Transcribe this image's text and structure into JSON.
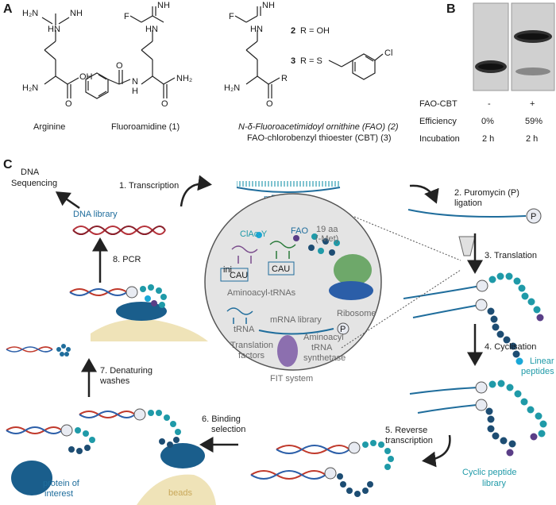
{
  "panels": {
    "a": "A",
    "b": "B",
    "c": "C"
  },
  "structures": {
    "arginine": {
      "name": "Arginine",
      "atoms": [
        "H₂N",
        "NH",
        "HN",
        "H₂N",
        "OH",
        "O"
      ]
    },
    "fluoroamidine": {
      "name": "Fluoroamidine (1)",
      "atoms": [
        "F",
        "NH",
        "HN",
        "N",
        "H",
        "NH₂",
        "O",
        "O"
      ]
    },
    "fao": {
      "line1": "N-δ-Fluoroacetimidoyl ornithine (FAO) (2)",
      "line2": "FAO-chlorobenzyl thioester (CBT) (3)",
      "atoms": [
        "F",
        "NH",
        "HN",
        "H₂N",
        "R",
        "O"
      ],
      "r2": "R = OH",
      "r3": "R = S",
      "cl": "Cl",
      "n2": "2",
      "n3": "3"
    }
  },
  "gel": {
    "rows": [
      {
        "label": "FAO-CBT",
        "lane1": "-",
        "lane2": "+"
      },
      {
        "label": "Efficiency",
        "lane1": "0%",
        "lane2": "59%"
      },
      {
        "label": "Incubation",
        "lane1": "2 h",
        "lane2": "2 h"
      }
    ]
  },
  "steps": {
    "s1": "1. Transcription",
    "s2a": "2. Puromycin (P)",
    "s2b": "ligation",
    "s3": "3. Translation",
    "s4": "4. Cyclisation",
    "s5a": "5. Reverse",
    "s5b": "transcription",
    "s6a": "6. Binding",
    "s6b": "selection",
    "s7a": "7. Denaturing",
    "s7b": "washes",
    "s8": "8. PCR"
  },
  "labels": {
    "dna_seq1": "DNA",
    "dna_seq2": "Sequencing",
    "dna_library": "DNA library",
    "mrna_library": "mRNA library",
    "linear1": "Linear",
    "linear2": "peptides",
    "cyclic1": "Cyclic peptide",
    "cyclic2": "library",
    "protein1": "protein of",
    "protein2": "interest",
    "beads": "beads",
    "p": "P"
  },
  "fit": {
    "clac": "ClAc-Y",
    "fao": "FAO",
    "aa1": "19 aa",
    "aa2": "(-Met)",
    "cau_init": "CAU",
    "cau_init_sup": "ini",
    "cau": "CAU",
    "aminoacyl_trnas": "Aminoacyl-tRNAs",
    "ribosome": "Ribosome",
    "trna": "tRNA",
    "mrna_library": "mRNA library",
    "translation1": "Translation",
    "translation2": "factors",
    "synth1": "Aminoacyl",
    "synth2": "tRNA",
    "synth3": "synthetase",
    "system": "FIT system"
  },
  "colors": {
    "teal": "#1f9aa8",
    "blue": "#1f6d9c",
    "dark_blue": "#1d4d73",
    "purple": "#5a3e87",
    "dna_red": "#c0392b",
    "dna_blue": "#2b5ea8",
    "circle_bg": "#e4e4e4",
    "beads": "#efe3b8",
    "protein": "#1a5e8c",
    "green": "#4f9e6c",
    "ribosome_green": "#6ea86a"
  }
}
